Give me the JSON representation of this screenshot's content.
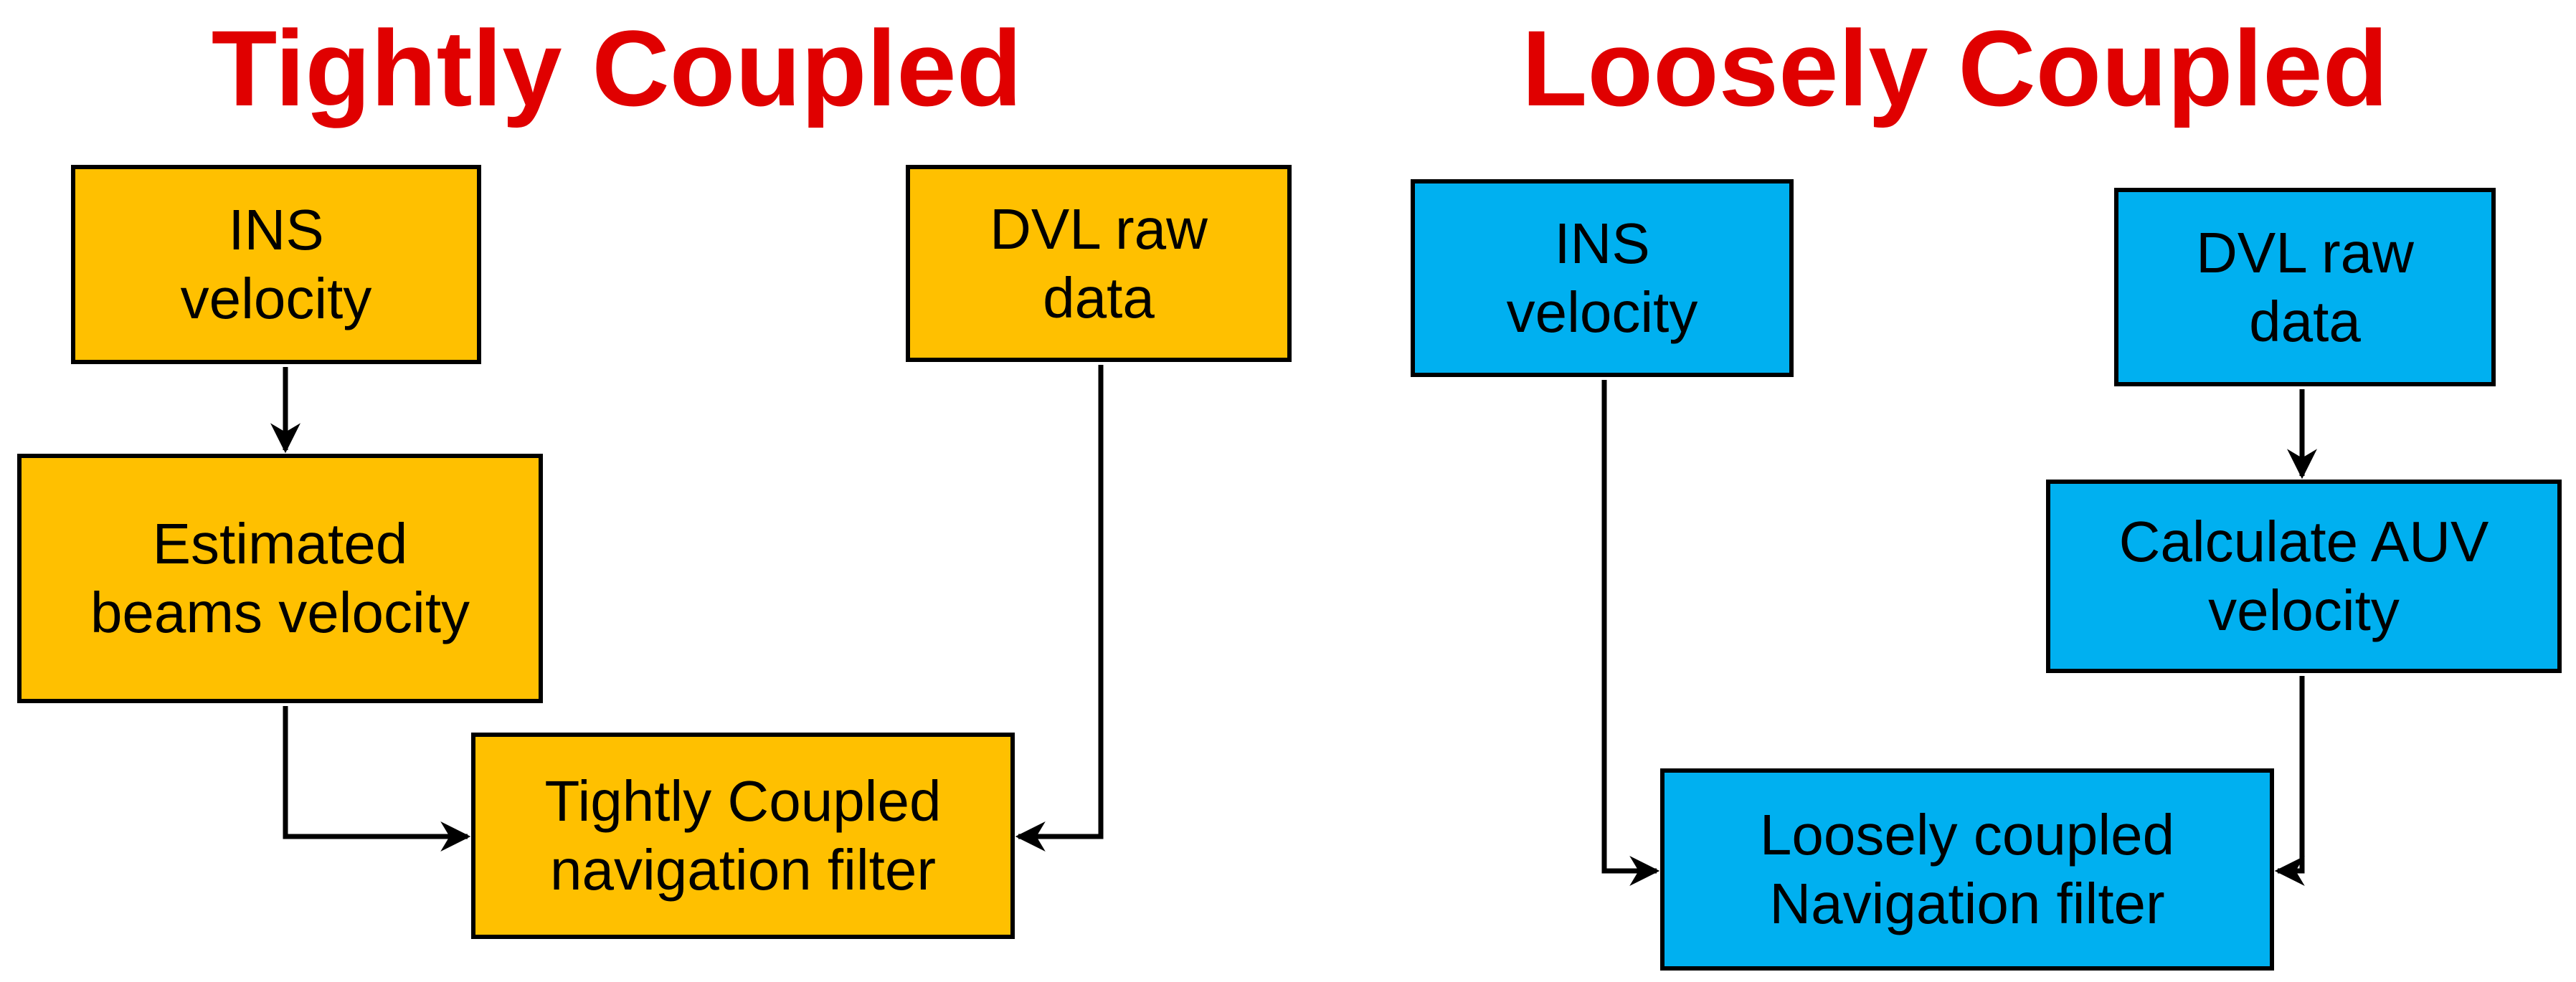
{
  "colors": {
    "title": "#e00000",
    "tight_box": "#ffc000",
    "loose_box": "#00b0f0",
    "line": "#000000"
  },
  "tight": {
    "title": "Tightly Coupled",
    "ins_velocity": [
      "INS",
      "velocity"
    ],
    "dvl_raw_data": [
      "DVL raw",
      "data"
    ],
    "estimated_beams_velocity": [
      "Estimated",
      "beams velocity"
    ],
    "navigation_filter": [
      "Tightly Coupled",
      "navigation filter"
    ]
  },
  "loose": {
    "title": "Loosely Coupled",
    "ins_velocity": [
      "INS",
      "velocity"
    ],
    "dvl_raw_data": [
      "DVL raw",
      "data"
    ],
    "calculate_auv_velocity": [
      "Calculate AUV",
      "velocity"
    ],
    "navigation_filter": [
      "Loosely coupled",
      "Navigation filter"
    ]
  }
}
